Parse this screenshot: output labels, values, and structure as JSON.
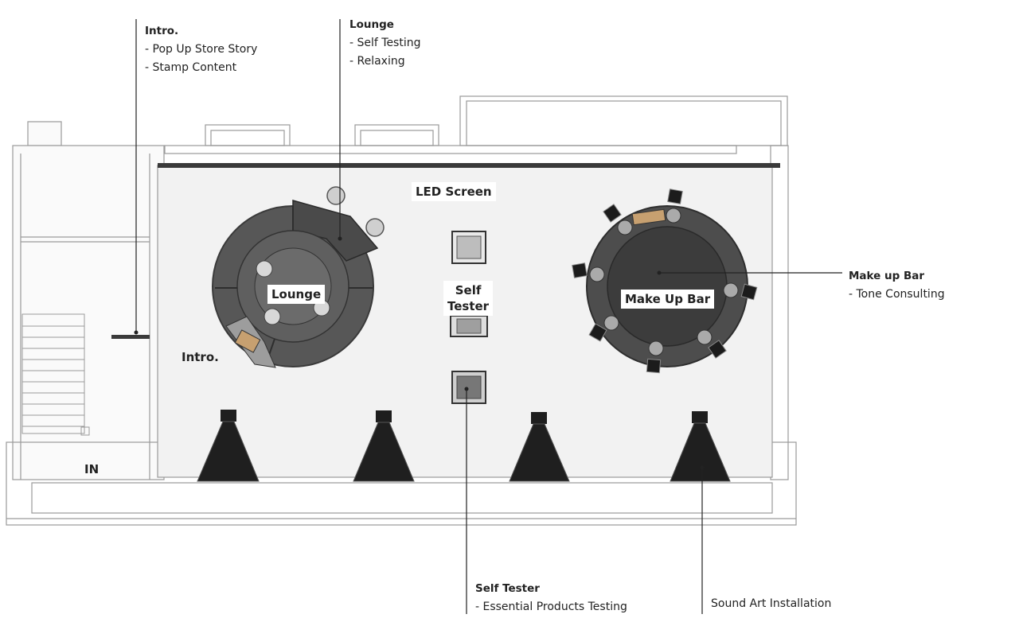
{
  "callouts": {
    "intro": {
      "title": "Intro.",
      "items": [
        "- Pop Up Store Story",
        "- Stamp Content"
      ]
    },
    "lounge": {
      "title": "Lounge",
      "items": [
        "- Self Testing",
        "- Relaxing"
      ]
    },
    "makeup_bar": {
      "title": "Make up Bar",
      "items": [
        "- Tone Consulting"
      ]
    },
    "self_tester": {
      "title": "Self Tester",
      "items": [
        "- Essential Products Testing"
      ]
    },
    "sound_art": {
      "title": "Sound Art Installation"
    }
  },
  "zones": {
    "led_screen": "LED Screen",
    "lounge": "Lounge",
    "self_tester_line1": "Self",
    "self_tester_line2": "Tester",
    "makeup_bar": "Make Up Bar",
    "intro": "Intro.",
    "entrance": "IN"
  },
  "colors": {
    "floor": "#f2f2f2",
    "wall": "#9a9a9a",
    "fixture_dark": "#3a3a3a",
    "fixture_mid": "#555555",
    "leader_line": "#222222"
  }
}
